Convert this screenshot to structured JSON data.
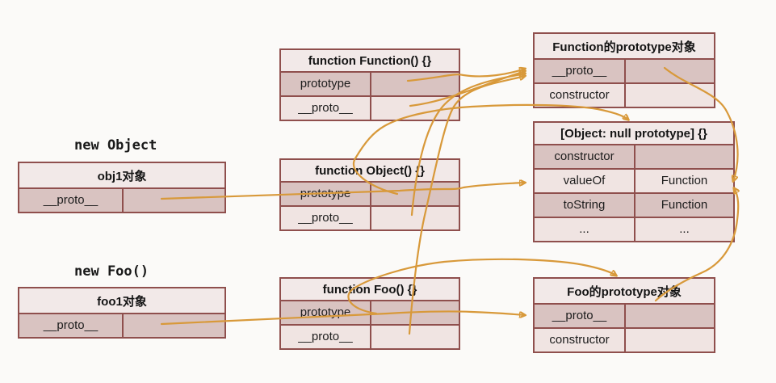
{
  "colors": {
    "arrow": "#d8993a",
    "table_border": "#8f4f4d",
    "row_dark": "#d9c3c1",
    "row_light": "#f0e4e2",
    "title_bg": "#f2e9e8",
    "background": "#fbfaf8",
    "text": "#1c1c1c"
  },
  "annotations": {
    "new_object": "new Object",
    "new_foo": "new Foo()"
  },
  "tables": {
    "obj1": {
      "title": "obj1对象",
      "rows": [
        {
          "key": "__proto__",
          "value": ""
        }
      ]
    },
    "foo1": {
      "title": "foo1对象",
      "rows": [
        {
          "key": "__proto__",
          "value": ""
        }
      ]
    },
    "function_function": {
      "title": "function Function() {}",
      "rows": [
        {
          "key": "prototype",
          "value": ""
        },
        {
          "key": "__proto__",
          "value": ""
        }
      ]
    },
    "function_object": {
      "title": "function Object() {}",
      "rows": [
        {
          "key": "prototype",
          "value": ""
        },
        {
          "key": "__proto__",
          "value": ""
        }
      ]
    },
    "function_foo": {
      "title": "function Foo() {}",
      "rows": [
        {
          "key": "prototype",
          "value": ""
        },
        {
          "key": "__proto__",
          "value": ""
        }
      ]
    },
    "function_prototype_obj": {
      "title": "Function的prototype对象",
      "rows": [
        {
          "key": "__proto__",
          "value": ""
        },
        {
          "key": "constructor",
          "value": ""
        }
      ]
    },
    "object_null_prototype": {
      "title": "[Object: null prototype] {}",
      "rows": [
        {
          "key": "constructor",
          "value": ""
        },
        {
          "key": "valueOf",
          "value": "Function"
        },
        {
          "key": "toString",
          "value": "Function"
        },
        {
          "key": "...",
          "value": "..."
        }
      ]
    },
    "foo_prototype_obj": {
      "title": "Foo的prototype对象",
      "rows": [
        {
          "key": "__proto__",
          "value": ""
        },
        {
          "key": "constructor",
          "value": ""
        }
      ]
    }
  },
  "arrows": [
    {
      "from": "Function.prototype",
      "to": "Function的prototype对象"
    },
    {
      "from": "Function.__proto__",
      "to": "Function的prototype对象"
    },
    {
      "from": "Object.__proto__",
      "to": "Function的prototype对象"
    },
    {
      "from": "Foo.__proto__",
      "to": "Function的prototype对象"
    },
    {
      "from": "obj1.__proto__",
      "to": "[Object: null prototype] {}"
    },
    {
      "from": "Object.prototype",
      "to": "[Object: null prototype] {}"
    },
    {
      "from": "foo1.__proto__",
      "to": "Foo的prototype对象"
    },
    {
      "from": "Foo.prototype",
      "to": "Foo的prototype对象"
    },
    {
      "from": "Function的prototype对象.__proto__",
      "to": "[Object: null prototype] {}"
    },
    {
      "from": "Foo的prototype对象.__proto__",
      "to": "[Object: null prototype] {}"
    }
  ]
}
